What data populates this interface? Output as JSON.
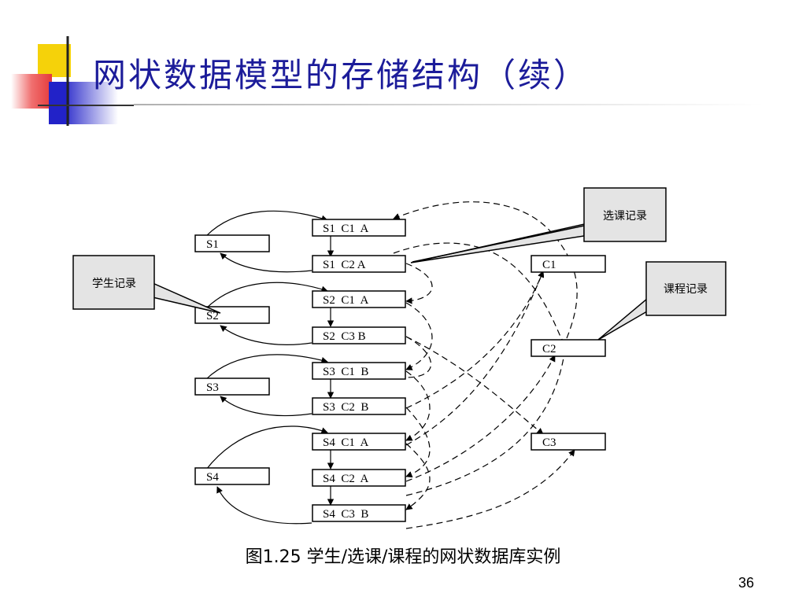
{
  "slide": {
    "title": "网状数据模型的存储结构（续）",
    "caption": "图1.25  学生/选课/课程的网状数据库实例",
    "page_number": "36"
  },
  "diagram": {
    "student_records": [
      "S1",
      "S2",
      "S3",
      "S4"
    ],
    "enrollment_records": [
      "S1  C1  A",
      "S1  C2 A",
      "S2  C1  A",
      "S2  C3 B",
      "S3  C1  B",
      "S3  C2  B",
      "S4  C1  A",
      "S4  C2  A",
      "S4  C3  B"
    ],
    "course_records": [
      "C1",
      "C2",
      "C3"
    ],
    "callouts": {
      "enrollment": "选课记录",
      "student": "学生记录",
      "course": "课程记录"
    }
  },
  "colors": {
    "title": "#1c1c9a",
    "deco_yellow": "#f5d20a",
    "deco_red": "#e53a3a",
    "deco_blue": "#2222c8",
    "callout_fill": "#e4e4e4"
  }
}
